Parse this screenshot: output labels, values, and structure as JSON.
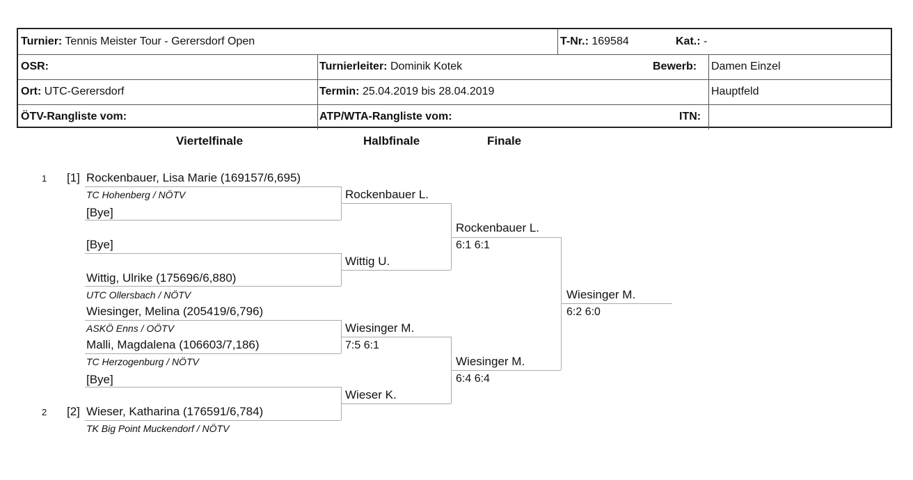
{
  "header": {
    "turnier_label": "Turnier:",
    "turnier": "Tennis Meister Tour - Gerersdorf Open",
    "tnr_label": "T-Nr.:",
    "tnr": "169584",
    "kat_label": "Kat.:",
    "kat": "-",
    "osr_label": "OSR:",
    "turnierleiter_label": "Turnierleiter:",
    "turnierleiter": "Dominik Kotek",
    "bewerb_label": "Bewerb:",
    "bewerb": "Damen Einzel",
    "ort_label": "Ort:",
    "ort": "UTC-Gerersdorf",
    "termin_label": "Termin:",
    "termin": "25.04.2019 bis 28.04.2019",
    "feld": "Hauptfeld",
    "oetv_label": "ÖTV-Rangliste vom:",
    "atp_label": "ATP/WTA-Rangliste vom:",
    "itn_label": "ITN:"
  },
  "rounds": [
    "Viertelfinale",
    "Halbfinale",
    "Finale"
  ],
  "draw": {
    "pos1": "1",
    "pos2": "2",
    "players": [
      {
        "seed": "[1]",
        "name": "Rockenbauer, Lisa Marie (169157/6,695)",
        "club": "TC Hohenberg / NÖTV"
      },
      {
        "name": "[Bye]"
      },
      {
        "name": "[Bye]"
      },
      {
        "name": "Wittig, Ulrike (175696/6,880)",
        "club": "UTC Ollersbach / NÖTV"
      },
      {
        "name": "Wiesinger, Melina (205419/6,796)",
        "club": "ASKÖ Enns / OÖTV"
      },
      {
        "name": "Malli, Magdalena (106603/7,186)",
        "club": "TC Herzogenburg / NÖTV"
      },
      {
        "name": "[Bye]"
      },
      {
        "seed": "[2]",
        "name": "Wieser, Katharina (176591/6,784)",
        "club": "TK Big Point Muckendorf / NÖTV"
      }
    ],
    "qf": [
      {
        "winner": "Rockenbauer L.",
        "score": ""
      },
      {
        "winner": "Wittig U.",
        "score": ""
      },
      {
        "winner": "Wiesinger M.",
        "score": "7:5 6:1"
      },
      {
        "winner": "Wieser K.",
        "score": ""
      }
    ],
    "sf": [
      {
        "winner": "Rockenbauer L.",
        "score": "6:1 6:1"
      },
      {
        "winner": "Wiesinger M.",
        "score": "6:4 6:4"
      }
    ],
    "final": {
      "winner": "Wiesinger M.",
      "score": "6:2 6:0"
    }
  }
}
